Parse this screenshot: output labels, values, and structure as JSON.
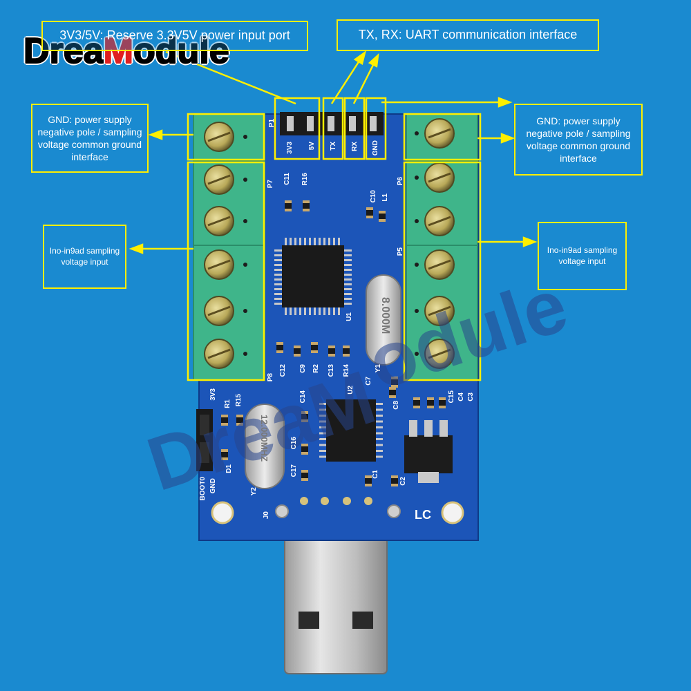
{
  "brand": {
    "logo_prefix": "Drea",
    "logo_m": "M",
    "logo_suffix": "odule",
    "accent_color": "#e02020"
  },
  "callouts": {
    "power_port": "3V3/5V: Reserve 3.3V5V power input port",
    "uart": "TX, RX: UART communication interface",
    "gnd_left": "GND: power supply negative pole / sampling voltage common ground interface",
    "gnd_right": "GND: power supply negative pole / sampling voltage common ground interface",
    "input_left": "Ino-in9ad sampling voltage input",
    "input_right": "Ino-in9ad sampling voltage input"
  },
  "silkscreen": {
    "header_pins": [
      "3V3",
      "5V",
      "TX",
      "RX",
      "GND"
    ],
    "p1": "P1",
    "p7": "P7",
    "p6": "P6",
    "p5": "P5",
    "p8": "P8",
    "crystal_main": "8.000M",
    "crystal_usb": "12.000MHZ",
    "boot_label": "BOOT0",
    "gnd_label": "GND",
    "lc_mark": "LC",
    "refs": [
      "C11",
      "R16",
      "C10",
      "L1",
      "U1",
      "C12",
      "C9",
      "R2",
      "C13",
      "R14",
      "C7",
      "Y1",
      "C14",
      "U2",
      "C8",
      "C15",
      "C4",
      "C3",
      "R1",
      "R15",
      "D1",
      "C16",
      "C17",
      "Y2",
      "C1",
      "C2",
      "J0",
      "3V3"
    ]
  },
  "colors": {
    "background": "#1a8ad0",
    "pcb": "#1c55b8",
    "terminal": "#3fb58a",
    "callout_border": "#ffef00"
  }
}
